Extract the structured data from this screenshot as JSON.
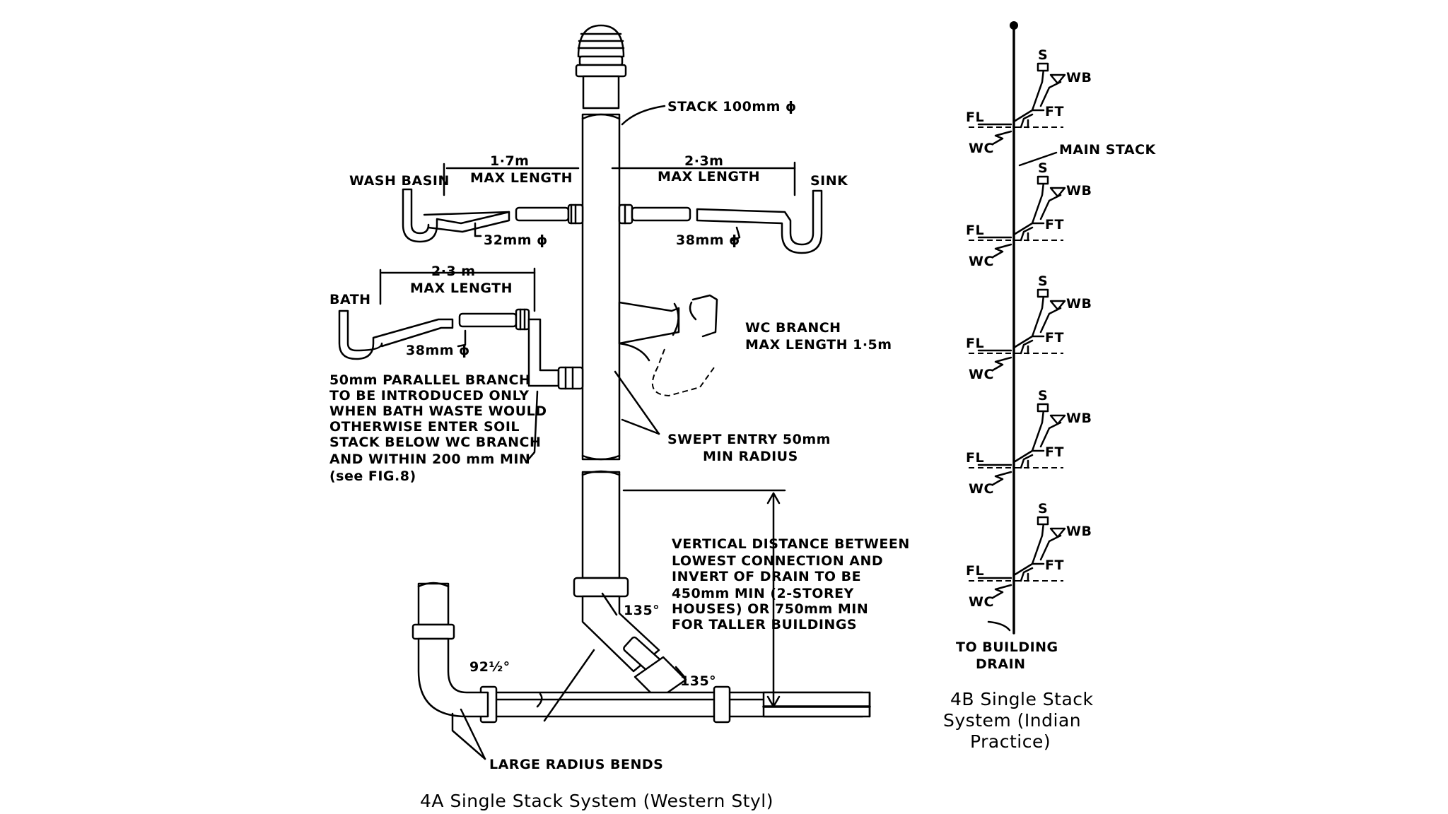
{
  "figure_a": {
    "caption": "4A Single Stack System (Western Styl)",
    "labels": {
      "stack": "STACK 100mm ϕ",
      "wb_len1": "1·7m",
      "wb_len2": "MAX LENGTH",
      "sink_len1": "2·3m",
      "sink_len2": "MAX LENGTH",
      "wash_basin": "WASH BASIN",
      "sink": "SINK",
      "wb_dia": "32mm ϕ",
      "sink_dia": "38mm ϕ",
      "bath_len1": "2·3 m",
      "bath_len2": "MAX LENGTH",
      "bath": "BATH",
      "bath_dia": "38mm ϕ",
      "wc_branch1": "WC BRANCH",
      "wc_branch2": "MAX LENGTH 1·5m",
      "parallel": [
        "50mm PARALLEL BRANCH",
        "TO BE INTRODUCED ONLY",
        "WHEN BATH WASTE WOULD",
        "OTHERWISE ENTER SOIL",
        "STACK BELOW WC BRANCH",
        "AND WITHIN 200 mm MIN",
        "(see FIG.8)"
      ],
      "swept1": "SWEPT ENTRY 50mm",
      "swept2": "MIN RADIUS",
      "vertical": [
        "VERTICAL DISTANCE BETWEEN",
        "LOWEST CONNECTION AND",
        "INVERT OF DRAIN TO BE",
        "450mm MIN (2-STOREY",
        "HOUSES) OR 750mm MIN",
        "FOR TALLER BUILDINGS"
      ],
      "angle1": "135°",
      "angle2": "135°",
      "angle3": "92½°",
      "large_bends": "LARGE RADIUS BENDS"
    }
  },
  "figure_b": {
    "caption": [
      "4B Single Stack",
      "System (Indian",
      "Practice)"
    ],
    "main_stack": "MAIN STACK",
    "to_drain": [
      "TO BUILDING",
      "DRAIN"
    ],
    "floor_labels": {
      "s": "S",
      "wb": "WB",
      "ft": "FT",
      "fl": "FL",
      "wc": "WC"
    }
  }
}
